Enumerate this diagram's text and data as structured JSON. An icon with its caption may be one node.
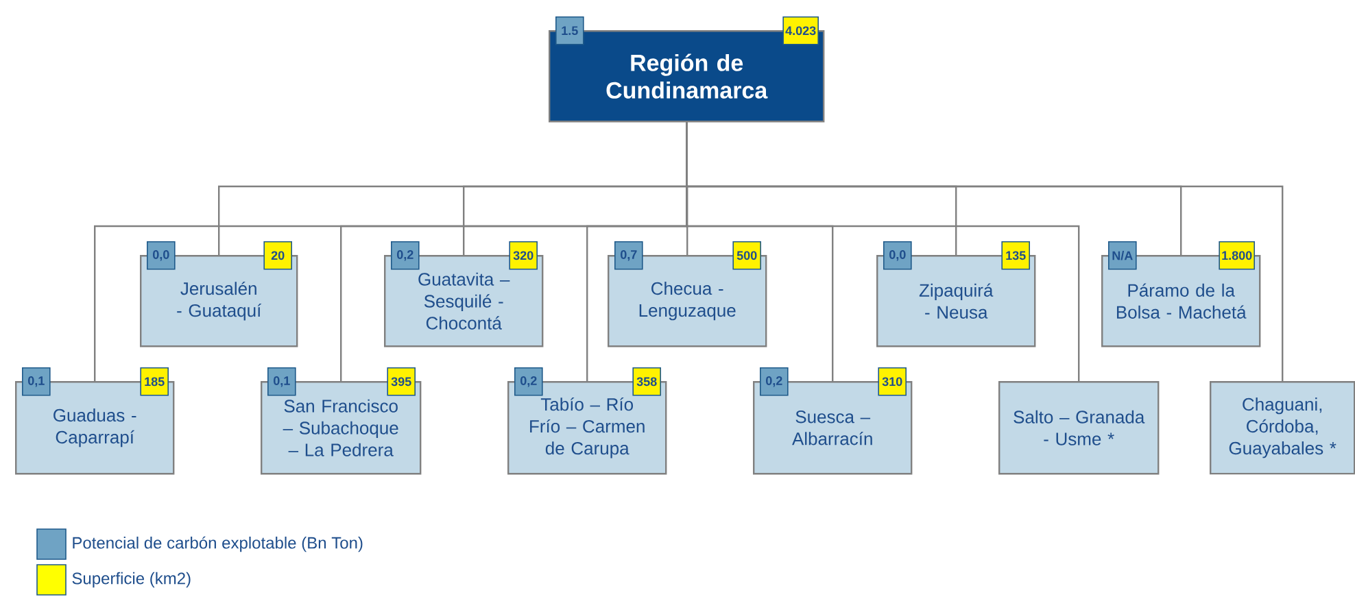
{
  "diagram": {
    "nodes": [
      {
        "text": [
          "Región de Cundinamarca"
        ],
        "beside": [
          "1.5",
          "4.023"
        ]
      },
      {
        "text": [
          "Jerusalén - Guataquí"
        ],
        "beside": [
          "0,0",
          "20"
        ]
      },
      {
        "text": [
          "Guatavita – Sesquilé - Chocontá"
        ],
        "beside": [
          "0,2",
          "320"
        ]
      },
      {
        "text": [
          "Checua - Lenguzaque"
        ],
        "beside": [
          "0,7",
          "500"
        ]
      },
      {
        "text": [
          "Zipaquirá - Neusa"
        ],
        "beside": [
          "0,0",
          "135"
        ]
      },
      {
        "text": [
          "Páramo de la Bolsa - Machetá"
        ],
        "beside": [
          "N/A",
          "1.800"
        ]
      },
      {
        "text": [
          "Guaduas - Caparrapí"
        ],
        "beside": [
          "0,1",
          "185"
        ]
      },
      {
        "text": [
          "San Francisco – Subachoque – La Pedrera"
        ],
        "beside": [
          "0,1",
          "395"
        ]
      },
      {
        "text": [
          "Tabío – Río Frío – Carmen de Carupa"
        ],
        "beside": [
          "0,2",
          "358"
        ]
      },
      {
        "text": [
          "Suesca – Albarracín"
        ],
        "beside": [
          "0,2",
          "310"
        ]
      },
      {
        "text": [
          "Salto – Granada - Usme *"
        ]
      },
      {
        "text": [
          "Chaguani, Córdoba, Guayabales *"
        ]
      }
    ],
    "edges": [
      {
        "from": 0,
        "to": 1,
        "arrow": "none"
      },
      {
        "from": 0,
        "to": 2,
        "arrow": "none"
      },
      {
        "from": 0,
        "to": 3,
        "arrow": "none"
      },
      {
        "from": 0,
        "to": 4,
        "arrow": "none"
      },
      {
        "from": 0,
        "to": 5,
        "arrow": "none"
      },
      {
        "from": 0,
        "to": 6,
        "arrow": "none"
      },
      {
        "from": 0,
        "to": 7,
        "arrow": "none"
      },
      {
        "from": 0,
        "to": 8,
        "arrow": "none"
      },
      {
        "from": 0,
        "to": 9,
        "arrow": "none"
      },
      {
        "from": 0,
        "to": 10,
        "arrow": "none"
      },
      {
        "from": 0,
        "to": 11,
        "arrow": "none"
      }
    ],
    "legend": [
      {
        "text": "Potencial de carbón explotable (Bn Ton)",
        "color": "#6fa3c4"
      },
      {
        "text": "Superficie (km2)",
        "color": "#ffff00"
      }
    ]
  }
}
